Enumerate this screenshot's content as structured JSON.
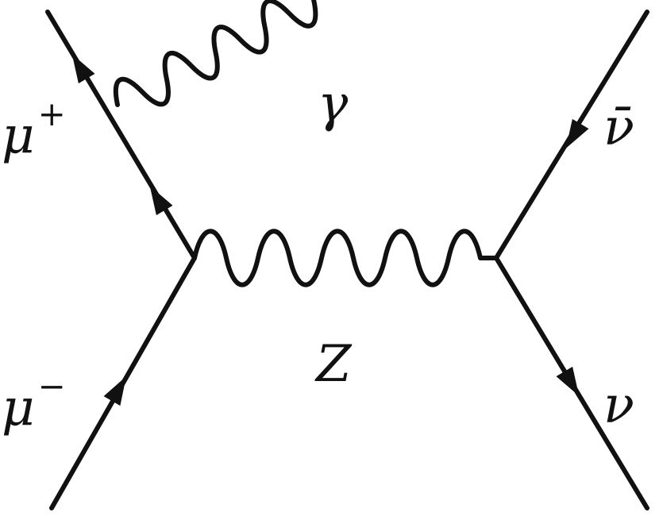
{
  "diagram": {
    "labels": {
      "mu_plus": {
        "base": "μ",
        "sup": "+"
      },
      "mu_minus": {
        "base": "μ",
        "sup": "−"
      },
      "photon": "γ",
      "z_boson": "Z",
      "antineutrino": "ν̄",
      "neutrino": "ν"
    }
  }
}
